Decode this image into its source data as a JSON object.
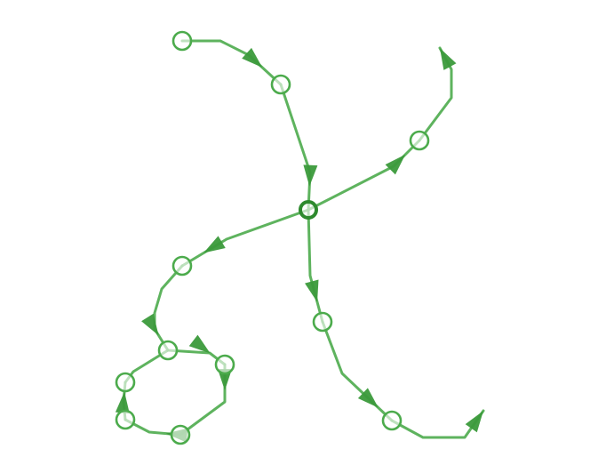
{
  "diagram": {
    "type": "directed-path-graph",
    "colors": {
      "stroke": "#4cab4c",
      "arrow": "#3b9a3b",
      "hub": "#2e8a2e",
      "background": "#ffffff"
    },
    "nodes": [
      {
        "id": "n1"
      },
      {
        "id": "n2"
      },
      {
        "id": "hub",
        "kind": "junction"
      },
      {
        "id": "n4"
      },
      {
        "id": "n5"
      },
      {
        "id": "n6"
      },
      {
        "id": "n7"
      },
      {
        "id": "n8"
      },
      {
        "id": "n9"
      },
      {
        "id": "n10"
      },
      {
        "id": "n11"
      },
      {
        "id": "n12"
      }
    ],
    "edges": [
      {
        "from": "n1",
        "to": "n2"
      },
      {
        "from": "n2",
        "to": "hub"
      },
      {
        "from": "hub",
        "to": "n4"
      },
      {
        "from": "n4",
        "to": "end-top-right"
      },
      {
        "from": "hub",
        "to": "n5"
      },
      {
        "from": "n5",
        "to": "n6"
      },
      {
        "from": "n6",
        "to": "n7"
      },
      {
        "from": "n7",
        "to": "n8"
      },
      {
        "from": "n8",
        "to": "n9"
      },
      {
        "from": "n9",
        "to": "n10"
      },
      {
        "from": "n10",
        "to": "n6"
      },
      {
        "from": "hub",
        "to": "n11"
      },
      {
        "from": "n11",
        "to": "n12"
      },
      {
        "from": "n12",
        "to": "end-bottom-right"
      }
    ]
  }
}
